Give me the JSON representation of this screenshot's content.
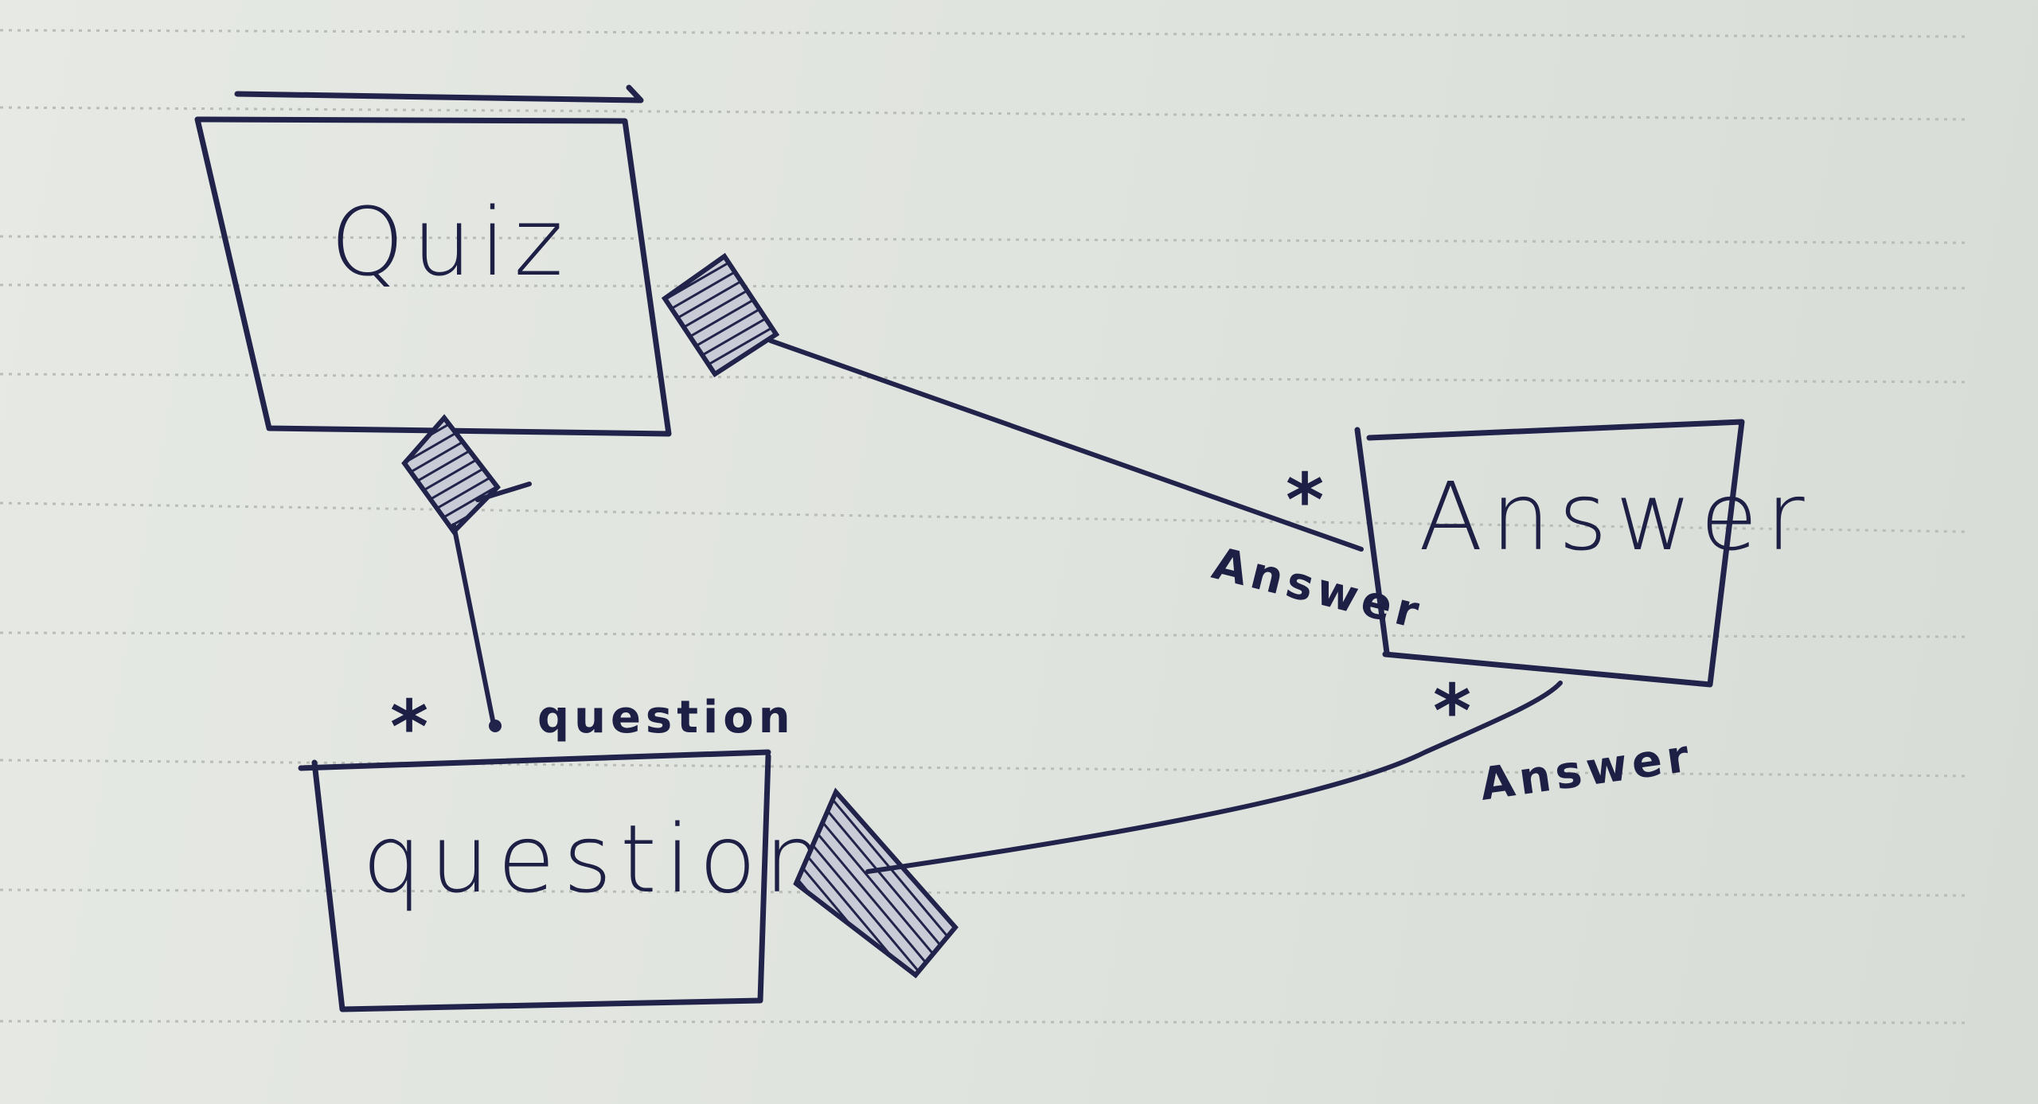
{
  "diagram": {
    "classes": [
      {
        "id": "quiz",
        "label": "Quiz"
      },
      {
        "id": "question",
        "label": "question"
      },
      {
        "id": "answer",
        "label": "Answer"
      }
    ],
    "associations": [
      {
        "id": "quiz-question",
        "from": "Quiz",
        "to": "question",
        "aggregation": "composition",
        "multiplicity": "*",
        "role": "question"
      },
      {
        "id": "quiz-answer",
        "from": "Quiz",
        "to": "Answer",
        "aggregation": "composition",
        "multiplicity": "*",
        "role": "Answer"
      },
      {
        "id": "question-answer",
        "from": "question",
        "to": "Answer",
        "aggregation": "composition",
        "multiplicity": "*",
        "role": "Answer"
      }
    ]
  },
  "colors": {
    "ink": "#22234a",
    "paper": "#e2e6e0",
    "rule_lines": "#b9bdb8"
  }
}
